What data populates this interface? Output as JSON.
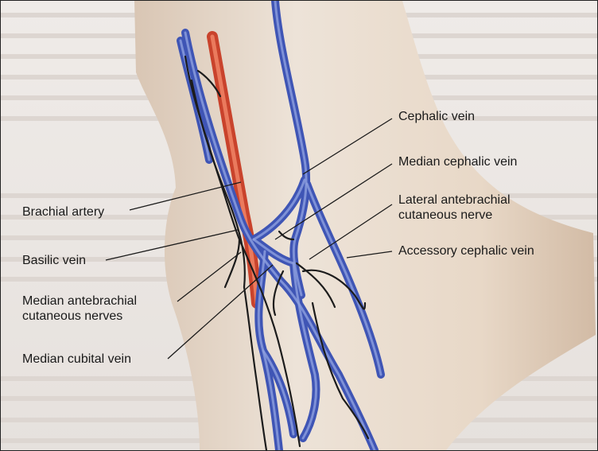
{
  "labels": {
    "cephalic_vein": "Cephalic vein",
    "median_cephalic_vein": "Median cephalic vein",
    "lateral_antebrachial_nerve": "Lateral antebrachial\ncutaneous nerve",
    "accessory_cephalic_vein": "Accessory cephalic vein",
    "brachial_artery": "Brachial artery",
    "basilic_vein": "Basilic vein",
    "median_antebrachial_nerves": "Median antebrachial\ncutaneous nerves",
    "median_cubital_vein": "Median cubital vein"
  },
  "colors": {
    "vein": "#3f55b5",
    "vein_highlight": "#8fa0e0",
    "artery": "#d8543a",
    "nerve": "#1c1c1c",
    "skin": "#e9dccf",
    "page": "#ede8e4"
  }
}
